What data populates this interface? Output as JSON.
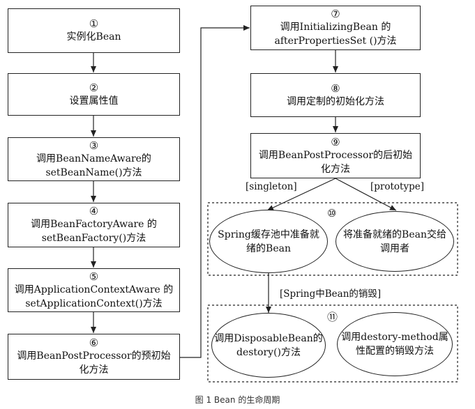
{
  "left_steps": [
    {
      "num": "①",
      "line1": "实例化Bean",
      "line2": ""
    },
    {
      "num": "②",
      "line1": "设置属性值",
      "line2": ""
    },
    {
      "num": "③",
      "line1": "调用BeanNameAware的",
      "line2": "setBeanName()方法"
    },
    {
      "num": "④",
      "line1": "调用BeanFactoryAware 的",
      "line2": "setBeanFactory()方法"
    },
    {
      "num": "⑤",
      "line1": "调用ApplicationContextAware 的",
      "line2": "setApplicationContext()方法"
    },
    {
      "num": "⑥",
      "line1": "调用BeanPostProcessor的预初始",
      "line2": "化方法"
    }
  ],
  "right_steps": [
    {
      "num": "⑦",
      "line1": "调用InitializingBean 的",
      "line2": "afterPropertiesSet ()方法"
    },
    {
      "num": "⑧",
      "line1": "调用定制的初始化方法",
      "line2": ""
    },
    {
      "num": "⑨",
      "line1": "调用BeanPostProcessor的后初始",
      "line2": "化方法"
    }
  ],
  "branch_labels": {
    "singleton": "[singleton]",
    "prototype": "[prototype]"
  },
  "group10": {
    "num": "⑩",
    "left": {
      "line1": "Spring缓存池中准备就",
      "line2": "绪的Bean"
    },
    "right": {
      "line1": "将准备就绪的Bean交给",
      "line2": "调用者"
    }
  },
  "destroy_label": "[Spring中Bean的销毁]",
  "group11": {
    "num": "⑪",
    "left": {
      "line1": "调用DisposableBean的",
      "line2": "destory()方法"
    },
    "right": {
      "line1": "调用destory-method属",
      "line2": "性配置的销毁方法"
    }
  },
  "caption": "图 1  Bean 的生命周期"
}
